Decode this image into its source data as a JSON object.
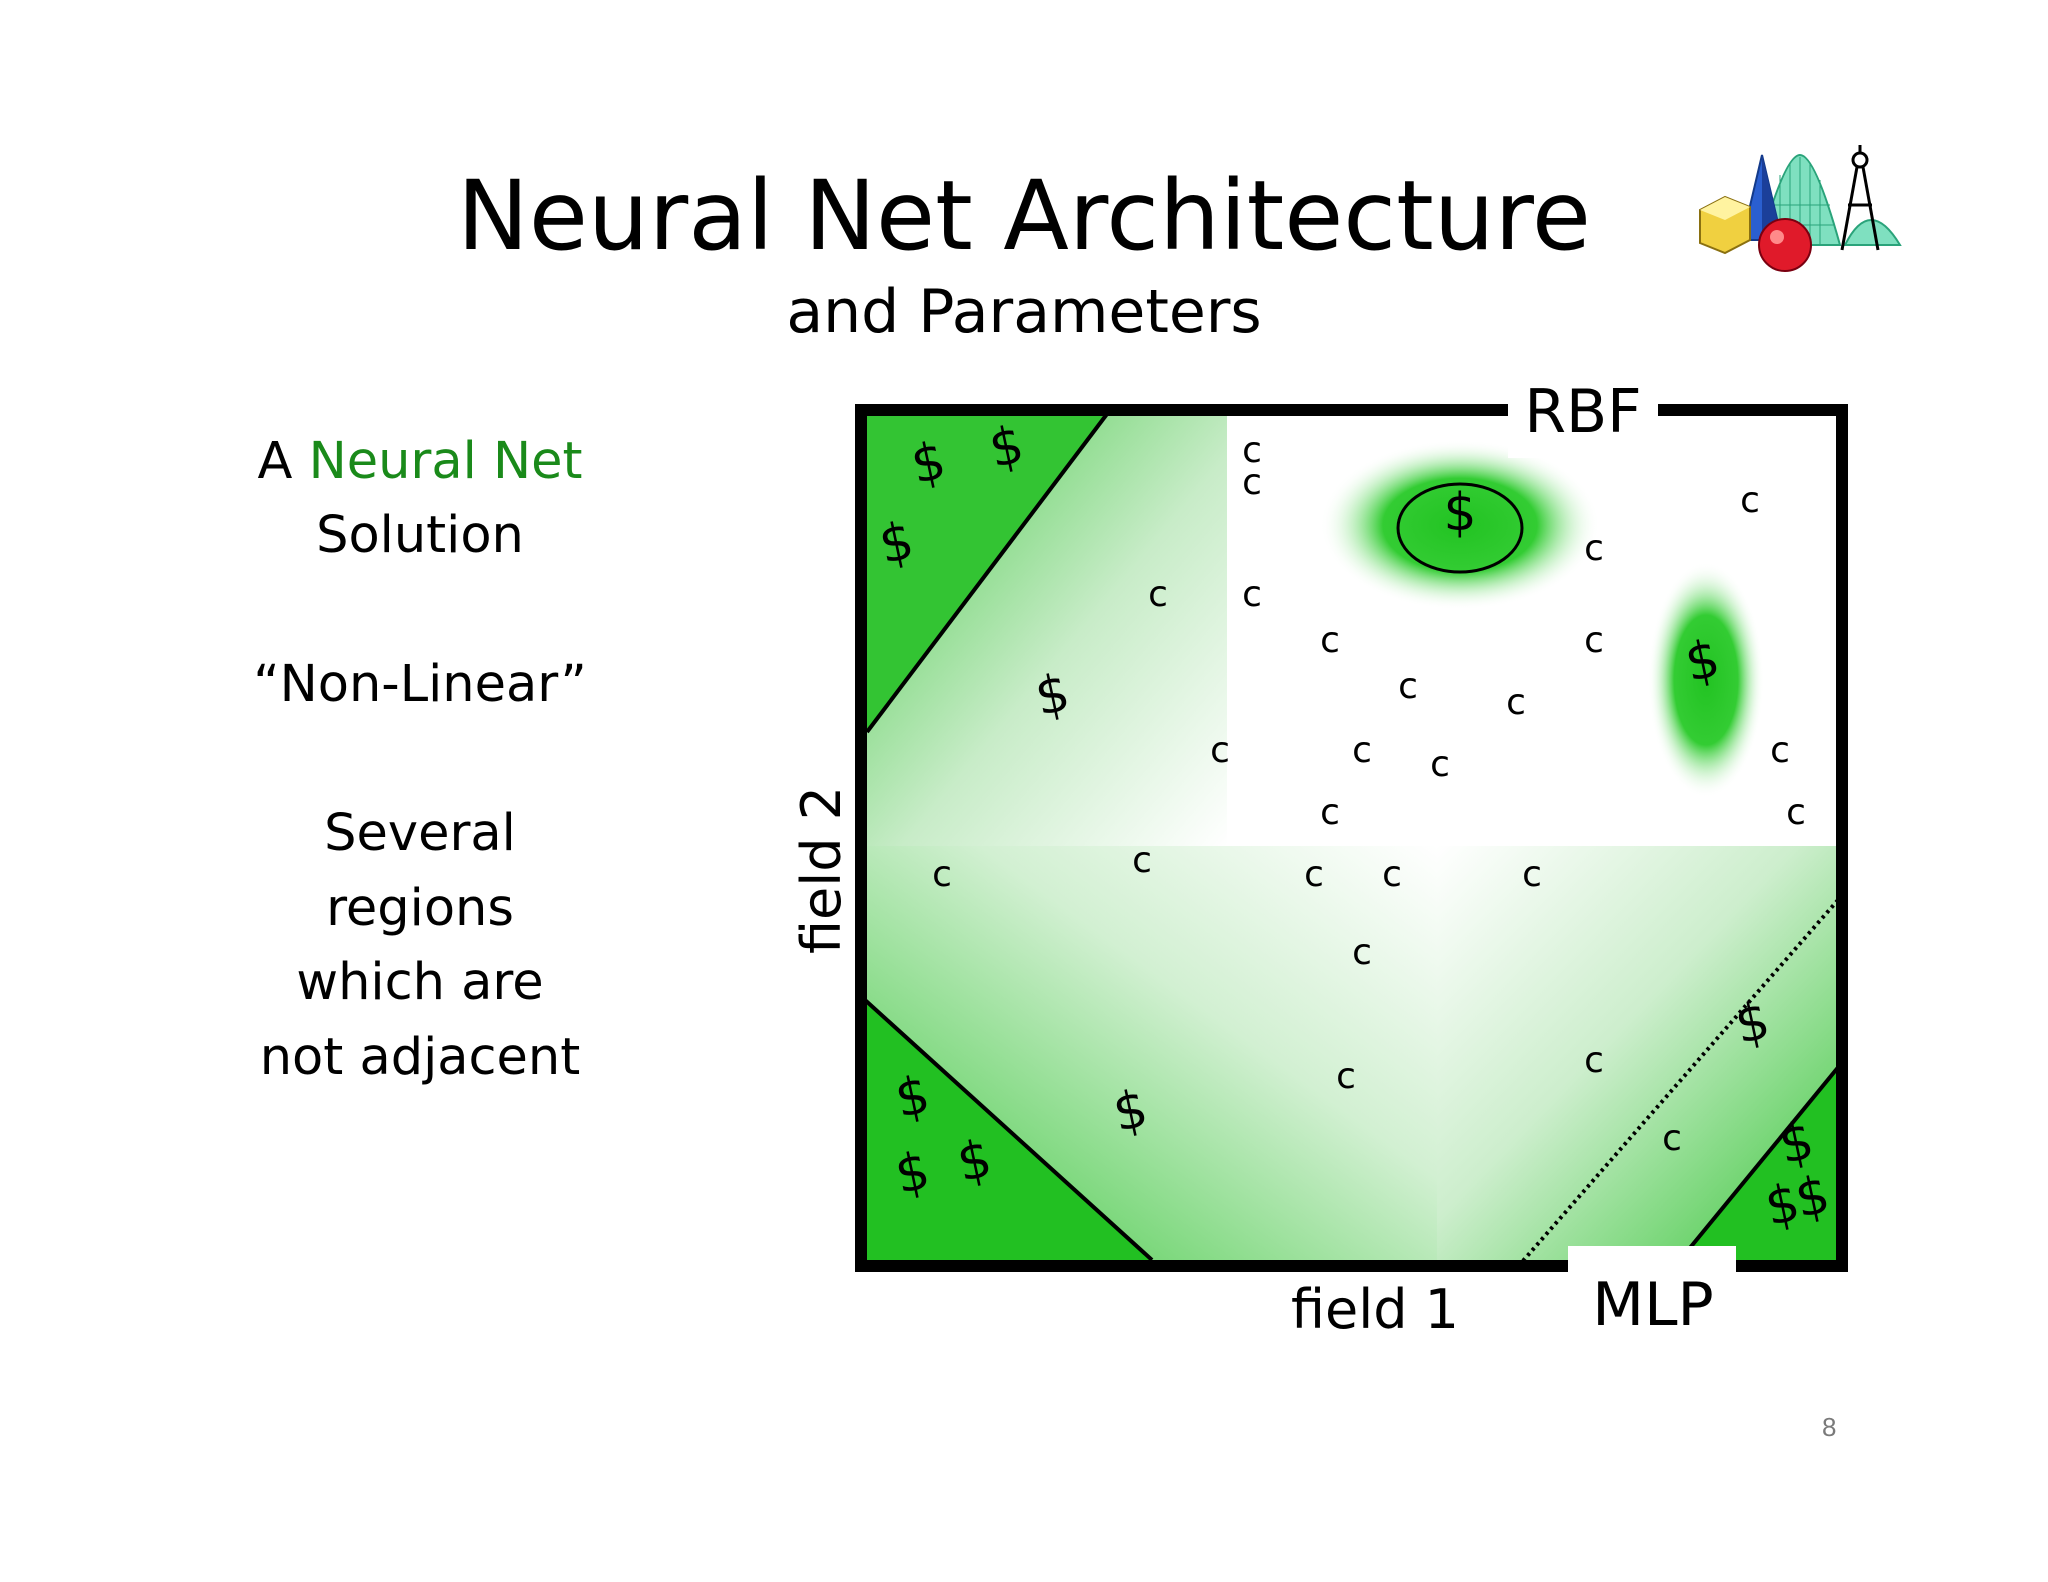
{
  "slide": {
    "title": "Neural Net Architecture",
    "subtitle": "and Parameters",
    "page_number": "8"
  },
  "left_text": {
    "line1_prefix": "A ",
    "line1_highlight": "Neural Net",
    "line2": "Solution",
    "quote": "“Non-Linear”",
    "para": [
      "Several",
      "regions",
      "which are",
      "not adjacent"
    ]
  },
  "diagram": {
    "rbf_label": "RBF",
    "mlp_label": "MLP",
    "x_axis_label": "field 1",
    "y_axis_label": "field 2",
    "dollar_symbol": "$",
    "c_symbol": "c"
  },
  "colors": {
    "accent_green": "#1a8a1a",
    "region_green": "#22c322",
    "frame": "#000000"
  },
  "icons": [
    "geometry-shapes-icon"
  ]
}
